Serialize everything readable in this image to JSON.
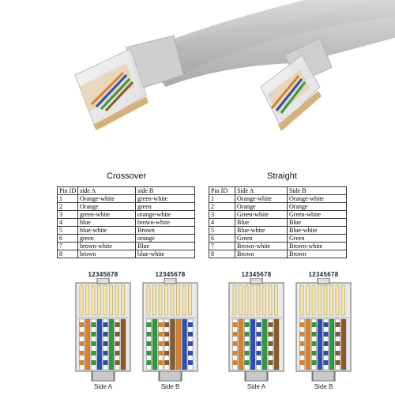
{
  "crossover": {
    "title": "Crossover",
    "headers": [
      "Pin ID",
      "side A",
      "side B"
    ],
    "rows": [
      [
        "1",
        "Orange-white",
        "green-white"
      ],
      [
        "2",
        "Orange",
        "green"
      ],
      [
        "3",
        "green-white",
        "orange-white"
      ],
      [
        "4",
        "blue",
        "brown-white"
      ],
      [
        "5",
        "blue-white",
        "Brown"
      ],
      [
        "6",
        "green",
        "orange"
      ],
      [
        "7",
        "brown-white",
        "Blue"
      ],
      [
        "8",
        "brown",
        "blue-white"
      ]
    ]
  },
  "straight": {
    "title": "Straight",
    "headers": [
      "Pin ID",
      "Side A",
      "Side B"
    ],
    "rows": [
      [
        "1",
        "Orange-white",
        "Orange-white"
      ],
      [
        "2",
        "Orange",
        "Orange"
      ],
      [
        "3",
        "Green-white",
        "Green-white"
      ],
      [
        "4",
        "Blue",
        "Blue"
      ],
      [
        "5",
        "Blue-white",
        "Blue-white"
      ],
      [
        "6",
        "Green",
        "Green"
      ],
      [
        "7",
        "Brown-white",
        "Brown-white"
      ],
      [
        "8",
        "Brown",
        "Brown"
      ]
    ]
  },
  "connectors": [
    {
      "pin_numbers": "12345678",
      "side_label": "Side A",
      "wires": [
        "orange-white",
        "orange",
        "green-white",
        "blue",
        "blue-white",
        "green",
        "brown-white",
        "brown"
      ]
    },
    {
      "pin_numbers": "12345678",
      "side_label": "Side B",
      "wires": [
        "green-white",
        "green",
        "orange-white",
        "brown-white",
        "brown",
        "orange",
        "blue",
        "blue-white"
      ]
    },
    {
      "pin_numbers": "12345678",
      "side_label": "Side A",
      "wires": [
        "orange-white",
        "orange",
        "green-white",
        "blue",
        "blue-white",
        "green",
        "brown-white",
        "brown"
      ]
    },
    {
      "pin_numbers": "12345678",
      "side_label": "Side B",
      "wires": [
        "orange-white",
        "orange",
        "green-white",
        "blue",
        "blue-white",
        "green",
        "brown-white",
        "brown"
      ]
    }
  ],
  "colors": {
    "orange": "#d9822b",
    "green": "#2e9a3e",
    "blue": "#2b4fb5",
    "brown": "#8a5a2b",
    "white": "#ffffff",
    "cable": "#c9c9c9"
  }
}
